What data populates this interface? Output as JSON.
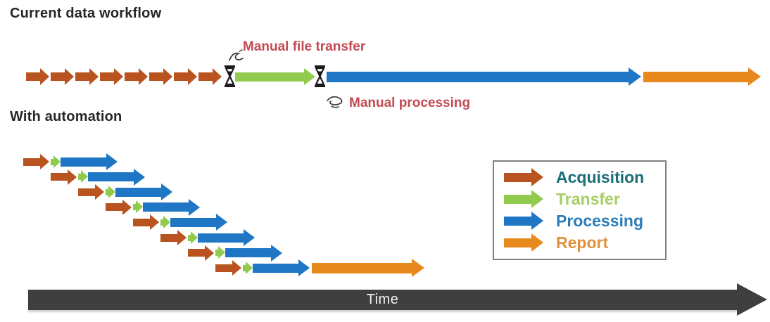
{
  "colors": {
    "acquisition": "#b95420",
    "transfer": "#90cb4e",
    "processing": "#1e76c4",
    "report": "#e8891d",
    "time_bar": "#3f3f3f",
    "annotation_text": "#c34a52",
    "title_text": "#262626",
    "legend_border": "#808080"
  },
  "current_workflow": {
    "title": "Current data workflow",
    "acquisition_count": 8,
    "manual_file_transfer_label": "Manual file transfer",
    "manual_processing_label": "Manual processing"
  },
  "automation": {
    "title": "With automation",
    "cycle_count": 8
  },
  "legend": {
    "items": [
      {
        "label": "Acquisition",
        "arrow_color": "#b95420",
        "text_color": "#1b6e78"
      },
      {
        "label": "Transfer",
        "arrow_color": "#90cb4e",
        "text_color": "#a6cf63"
      },
      {
        "label": "Processing",
        "arrow_color": "#1e76c4",
        "text_color": "#2b7cb9"
      },
      {
        "label": "Report",
        "arrow_color": "#e8891d",
        "text_color": "#e0923a"
      }
    ]
  },
  "time_axis": {
    "label": "Time"
  }
}
